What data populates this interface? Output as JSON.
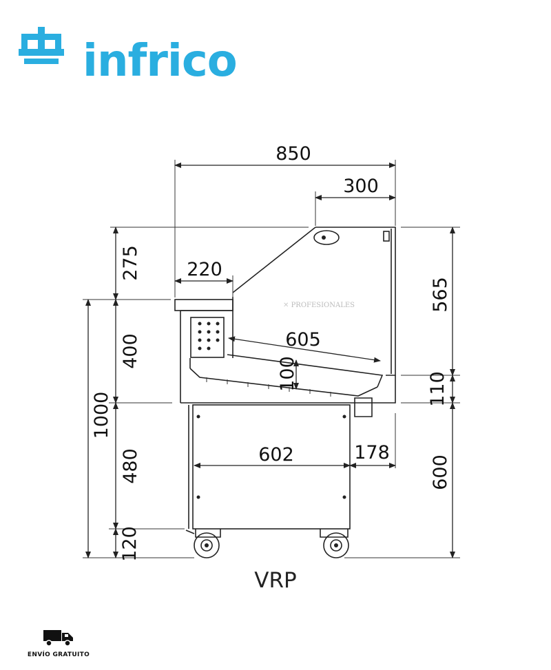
{
  "brand": {
    "name": "infrico",
    "color": "#2aaee0"
  },
  "dimensions": {
    "overall_depth": "850",
    "top_canopy_depth": "300",
    "top_shelf_depth": "220",
    "inner_shelf_depth": "605",
    "base_cabinet_depth": "602",
    "front_overhang": "178",
    "total_height": "1000",
    "glass_height_above_shelf": "275",
    "display_height": "400",
    "cabinet_height": "480",
    "wheel_height": "120",
    "front_glass_height": "565",
    "front_base_step": "110",
    "front_lower_height": "600",
    "shelf_tilt": "100"
  },
  "watermark": "PROFESIONALES",
  "model": "VRP",
  "footer": {
    "label": "ENVÍO GRATUITO",
    "icon": "truck-icon"
  }
}
